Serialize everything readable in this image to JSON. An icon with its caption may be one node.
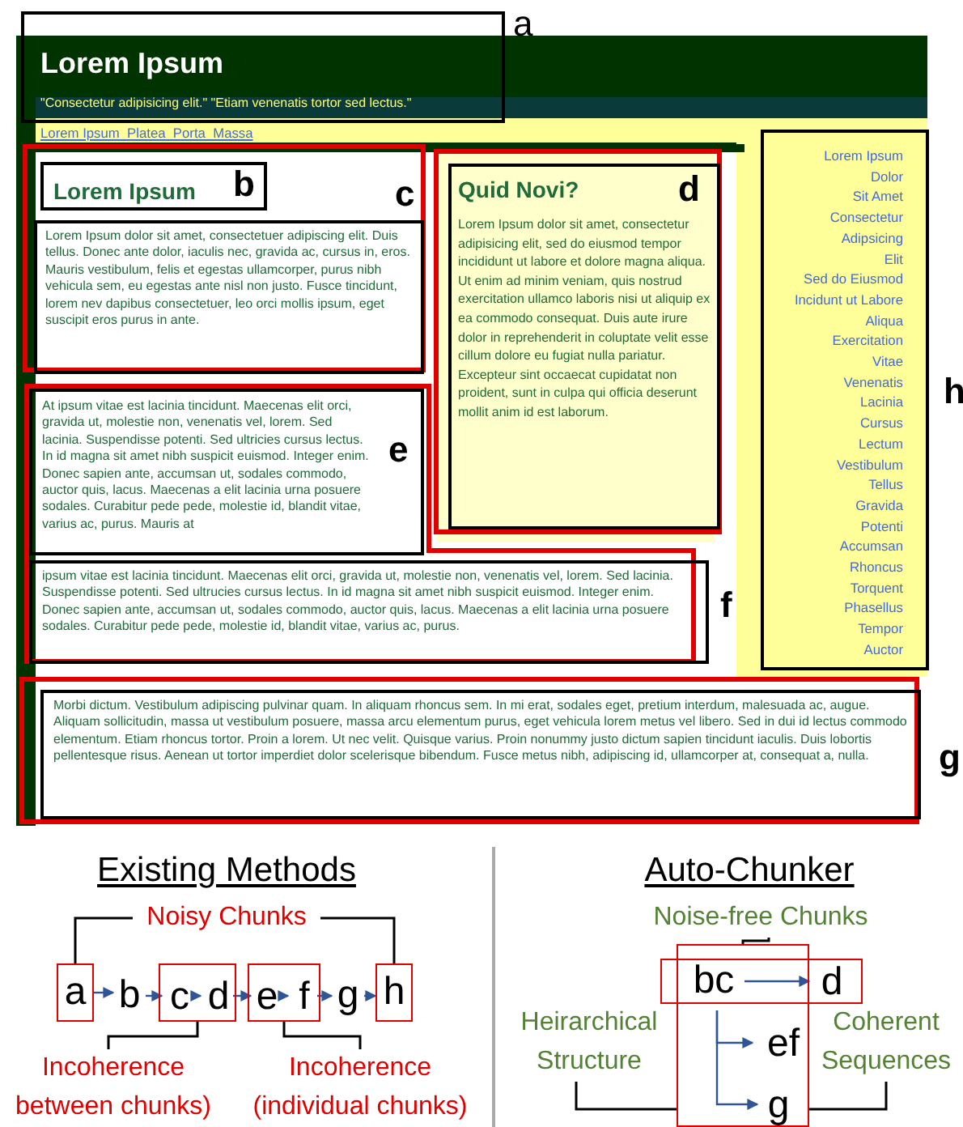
{
  "diagram": {
    "nodes": [
      {
        "text": [
          "Lorem Ipsum",
          "\"Consectetur adipisicing elit.\" \"Etiam venenatis tortor sed lectus.\""
        ],
        "beside": [
          "a"
        ]
      },
      {
        "text": [],
        "shape": "box"
      },
      {
        "text": [
          "Lorem Ipsum",
          "b"
        ],
        "in": 1
      },
      {
        "text": [
          "Lorem Ipsum dolor sit amet, consectetuer adipiscing elit. Duis tellus. Donec ante dolor, iaculis nec, gravida ac, cursus in, eros. Mauris vestibulum, felis et egestas ullamcorper, purus nibh vehicula sem, eu egestas ante nisl non justo. Fusce tincidunt, lorem nev dapibus consectetuer, leo orci mollis ipsum, eget suscipit eros purus in ante."
        ],
        "beside": [
          "c"
        ],
        "in": 1
      },
      {
        "text": [],
        "shape": "box"
      },
      {
        "text": [
          "Quid Novi?",
          "d",
          "Lorem Ipsum dolor sit amet, consectetur adipisicing elit, sed do eiusmod tempor incididunt ut labore et dolore magna aliqua. Ut enim ad minim veniam, quis nostrud exercitation ullamco laboris nisi ut aliquip ex ea commodo consequat. Duis aute irure dolor in reprehenderit in coluptate velit esse cillum dolore eu fugiat nulla pariatur. Excepteur sint occaecat cupidatat non proident, sunt in culpa qui officia deserunt mollit anim id est laborum."
        ],
        "in": 4
      },
      {
        "text": [
          "Lorem Ipsum",
          "Dolor",
          "Sit Amet",
          "Consectetur",
          "Adipsicing",
          "Elit",
          "Sed do Eiusmod",
          "Incidunt ut Labore",
          "Aliqua",
          "Exercitation",
          "Vitae",
          "Venenatis",
          "Lacinia",
          "Cursus",
          "Lectum",
          "Vestibulum",
          "Tellus",
          "Gravida",
          "Potenti",
          "Accumsan",
          "Rhoncus",
          "Torquent",
          "Phasellus",
          "Tempor",
          "Auctor"
        ],
        "beside": [
          "h"
        ]
      },
      {
        "text": [],
        "shape": "box"
      },
      {
        "text": [
          "At ipsum vitae est lacinia tincidunt. Maecenas elit orci, gravida ut, molestie non, venenatis vel, lorem. Sed lacinia. Suspendisse potenti. Sed ultricies cursus lectus. In id magna sit amet nibh suspicit euismod. Integer enim. Donec sapien ante, accumsan ut, sodales commodo, auctor quis, lacus. Maecenas a elit lacinia urna posuere sodales. Curabitur pede pede, molestie id, blandit vitae, varius ac, purus. Mauris at",
          "e"
        ],
        "in": 7
      },
      {
        "text": [
          "ipsum vitae est lacinia tincidunt. Maecenas elit orci, gravida ut, molestie non, venenatis vel, lorem. Sed lacinia. Suspendisse potenti. Sed ultrucies cursus lectus. In id magna sit amet nibh suspicit euismod. Integer enim. Donec sapien ante, accumsan ut, sodales commodo, auctor quis, lacus. Maecenas a elit lacinia urna posuere sodales. Curabitur pede pede, molestie id, blandit vitae, varius ac, purus."
        ],
        "beside": [
          "f"
        ],
        "in": 7
      },
      {
        "text": [],
        "shape": "box"
      },
      {
        "text": [
          "Morbi dictum. Vestibulum adipiscing pulvinar quam. In aliquam rhoncus sem. In mi erat, sodales eget, pretium interdum, malesuada ac, augue. Aliquam sollicitudin, massa ut vestibulum posuere, massa arcu elementum purus, eget vehicula lorem metus vel libero. Sed in dui id lectus commodo elementum. Etiam rhoncus tortor. Proin a lorem. Ut nec velit. Quisque varius. Proin nonummy justo dictum sapien tincidunt iaculis. Duis lobortis pellentesque risus. Aenean ut tortor imperdiet dolor scelerisque bibendum. Fusce metus nibh, adipiscing id, ullamcorper at, consequat a, nulla."
        ],
        "beside": [
          "g"
        ],
        "in": 10
      },
      {
        "text": [
          "Noisy Chunks"
        ]
      },
      {
        "text": [
          "a"
        ]
      },
      {
        "text": [
          "b"
        ]
      },
      {
        "text": [],
        "shape": "box"
      },
      {
        "text": [
          "c"
        ],
        "in": 15
      },
      {
        "text": [
          "d"
        ],
        "in": 15
      },
      {
        "text": [],
        "shape": "box"
      },
      {
        "text": [
          "e"
        ],
        "in": 18
      },
      {
        "text": [
          "f"
        ],
        "in": 18
      },
      {
        "text": [
          "g"
        ]
      },
      {
        "text": [
          "h"
        ]
      },
      {
        "text": [
          "Incoherence between chunks)"
        ]
      },
      {
        "text": [
          "Incoherence (individual chunks)"
        ]
      },
      {
        "text": [
          "Noise-free Chunks"
        ]
      },
      {
        "text": [],
        "shape": "box"
      },
      {
        "text": [],
        "shape": "box"
      },
      {
        "text": [
          "bc"
        ]
      },
      {
        "text": [
          "d"
        ],
        "in": 27
      },
      {
        "text": [
          "ef"
        ],
        "in": 26
      },
      {
        "text": [
          "g"
        ],
        "in": 26
      },
      {
        "text": [
          "Heirarchical Structure"
        ]
      },
      {
        "text": [
          "Coherent Sequences"
        ]
      }
    ],
    "edges": [
      {
        "from": 13,
        "to": 14,
        "arrow": "to"
      },
      {
        "from": 14,
        "to": 16,
        "arrow": "to"
      },
      {
        "from": 16,
        "to": 17,
        "arrow": "to"
      },
      {
        "from": 17,
        "to": 19,
        "arrow": "to"
      },
      {
        "from": 19,
        "to": 20,
        "arrow": "to"
      },
      {
        "from": 20,
        "to": 21,
        "arrow": "to"
      },
      {
        "from": 21,
        "to": 22,
        "arrow": "to"
      },
      {
        "from": 12,
        "to": 13,
        "arrow": "none",
        "color": "#000000"
      },
      {
        "from": 12,
        "to": 22,
        "arrow": "none",
        "color": "#000000"
      },
      {
        "from": 15,
        "to": 23,
        "arrow": "none",
        "color": "#000000"
      },
      {
        "from": 18,
        "to": 24,
        "arrow": "none",
        "color": "#000000"
      },
      {
        "from": 28,
        "to": 29,
        "arrow": "to"
      },
      {
        "from": 28,
        "to": 30,
        "arrow": "to"
      },
      {
        "from": 28,
        "to": 31,
        "arrow": "to"
      },
      {
        "from": 25,
        "to": 26,
        "arrow": "none",
        "color": "#000000"
      },
      {
        "from": 32,
        "to": 26,
        "arrow": "none",
        "color": "#000000"
      },
      {
        "from": 33,
        "to": 26,
        "arrow": "none",
        "color": "#000000"
      }
    ],
    "labels": [
      "Lorem Ipsum  Platea  Porta  Massa",
      "Existing Methods",
      "Auto-Chunker"
    ]
  }
}
